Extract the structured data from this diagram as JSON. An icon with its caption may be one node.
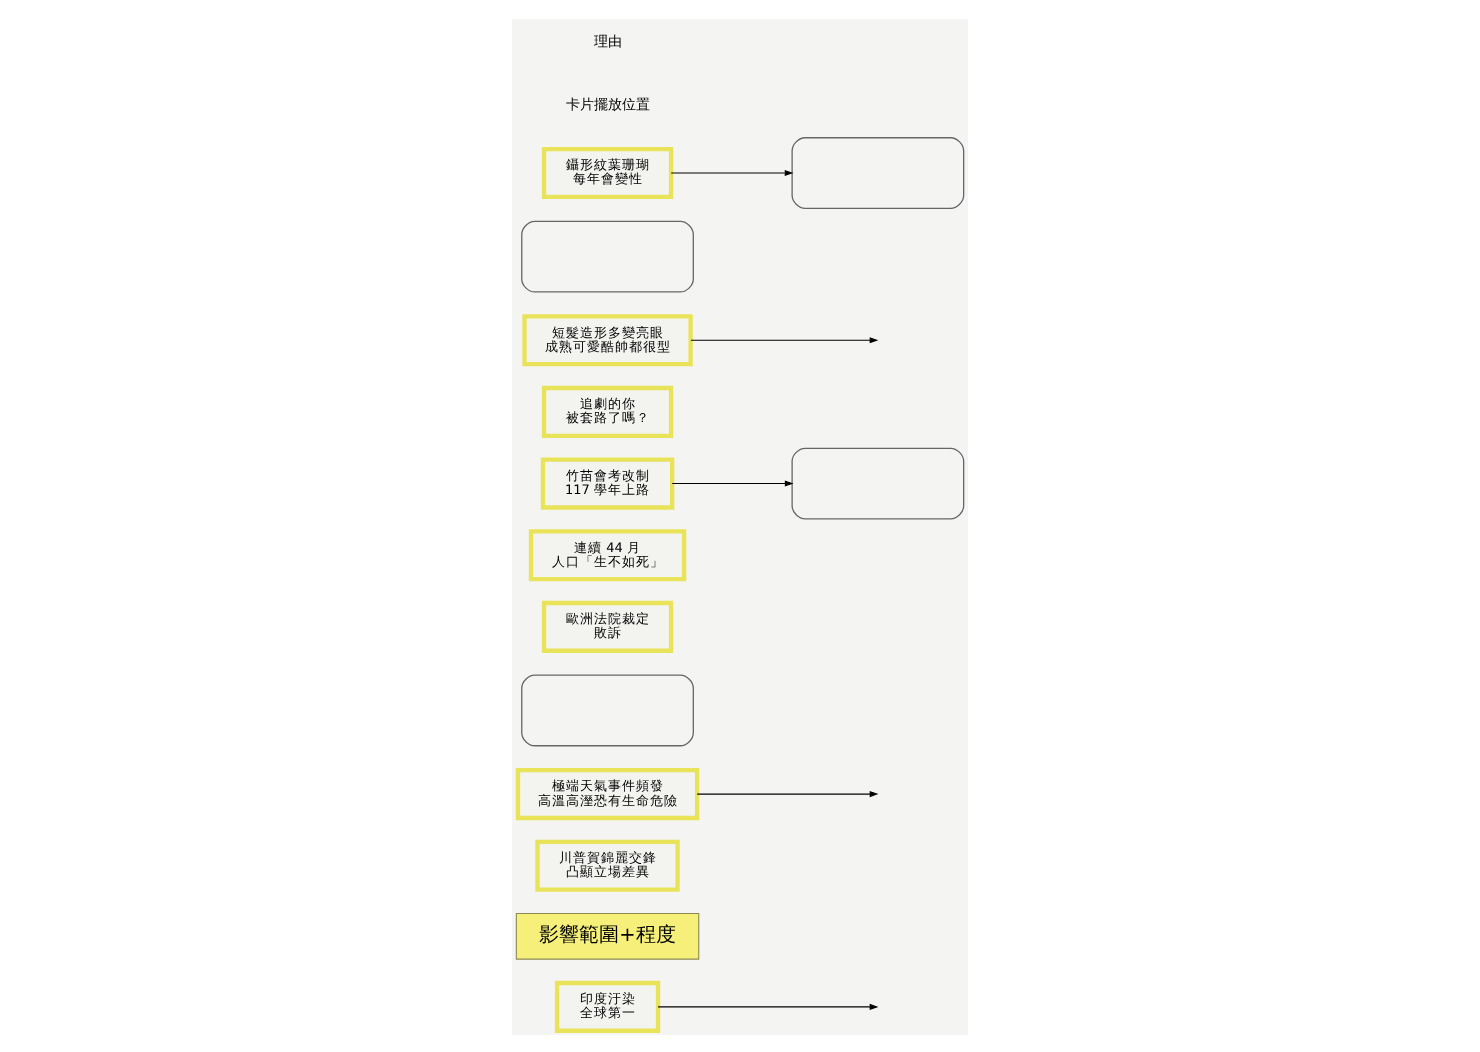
{
  "diagram": {
    "nodes": [
      {
        "text": [
          "印度汙染",
          "全球第一"
        ]
      },
      {
        "text": [
          "影響範圍+程度"
        ]
      },
      {
        "text": [
          "川普賀錦麗交鋒",
          "凸顯立場差異"
        ]
      },
      {
        "text": [
          "極端天氣事件頻發",
          "高溫高溼恐有生命危險"
        ]
      },
      {
        "text": [],
        "shape": "box"
      },
      {
        "text": [
          "歐洲法院裁定",
          "敗訴"
        ]
      },
      {
        "text": [
          "連續 44 月",
          "人口「生不如死」"
        ]
      },
      {
        "text": [
          "竹苗會考改制",
          "117 學年上路"
        ]
      },
      {
        "text": [],
        "shape": "box"
      },
      {
        "text": [
          "追劇的你",
          "被套路了嗎？"
        ]
      },
      {
        "text": [
          "短髮造形多變亮眼",
          "成熟可愛酷帥都很型"
        ]
      },
      {
        "text": [],
        "shape": "box"
      },
      {
        "text": [
          "鑷形紋葉珊瑚",
          "每年會變性"
        ]
      },
      {
        "text": [],
        "shape": "box"
      }
    ],
    "edges": [
      {
        "from": 0,
        "to": null,
        "arrow": "to"
      },
      {
        "from": 3,
        "to": null,
        "arrow": "to"
      },
      {
        "from": 7,
        "to": 8,
        "arrow": "to"
      },
      {
        "from": 10,
        "to": null,
        "arrow": "to"
      },
      {
        "from": 12,
        "to": 13,
        "arrow": "to"
      }
    ],
    "labels": [
      "卡片擺放位置",
      "理由"
    ]
  }
}
